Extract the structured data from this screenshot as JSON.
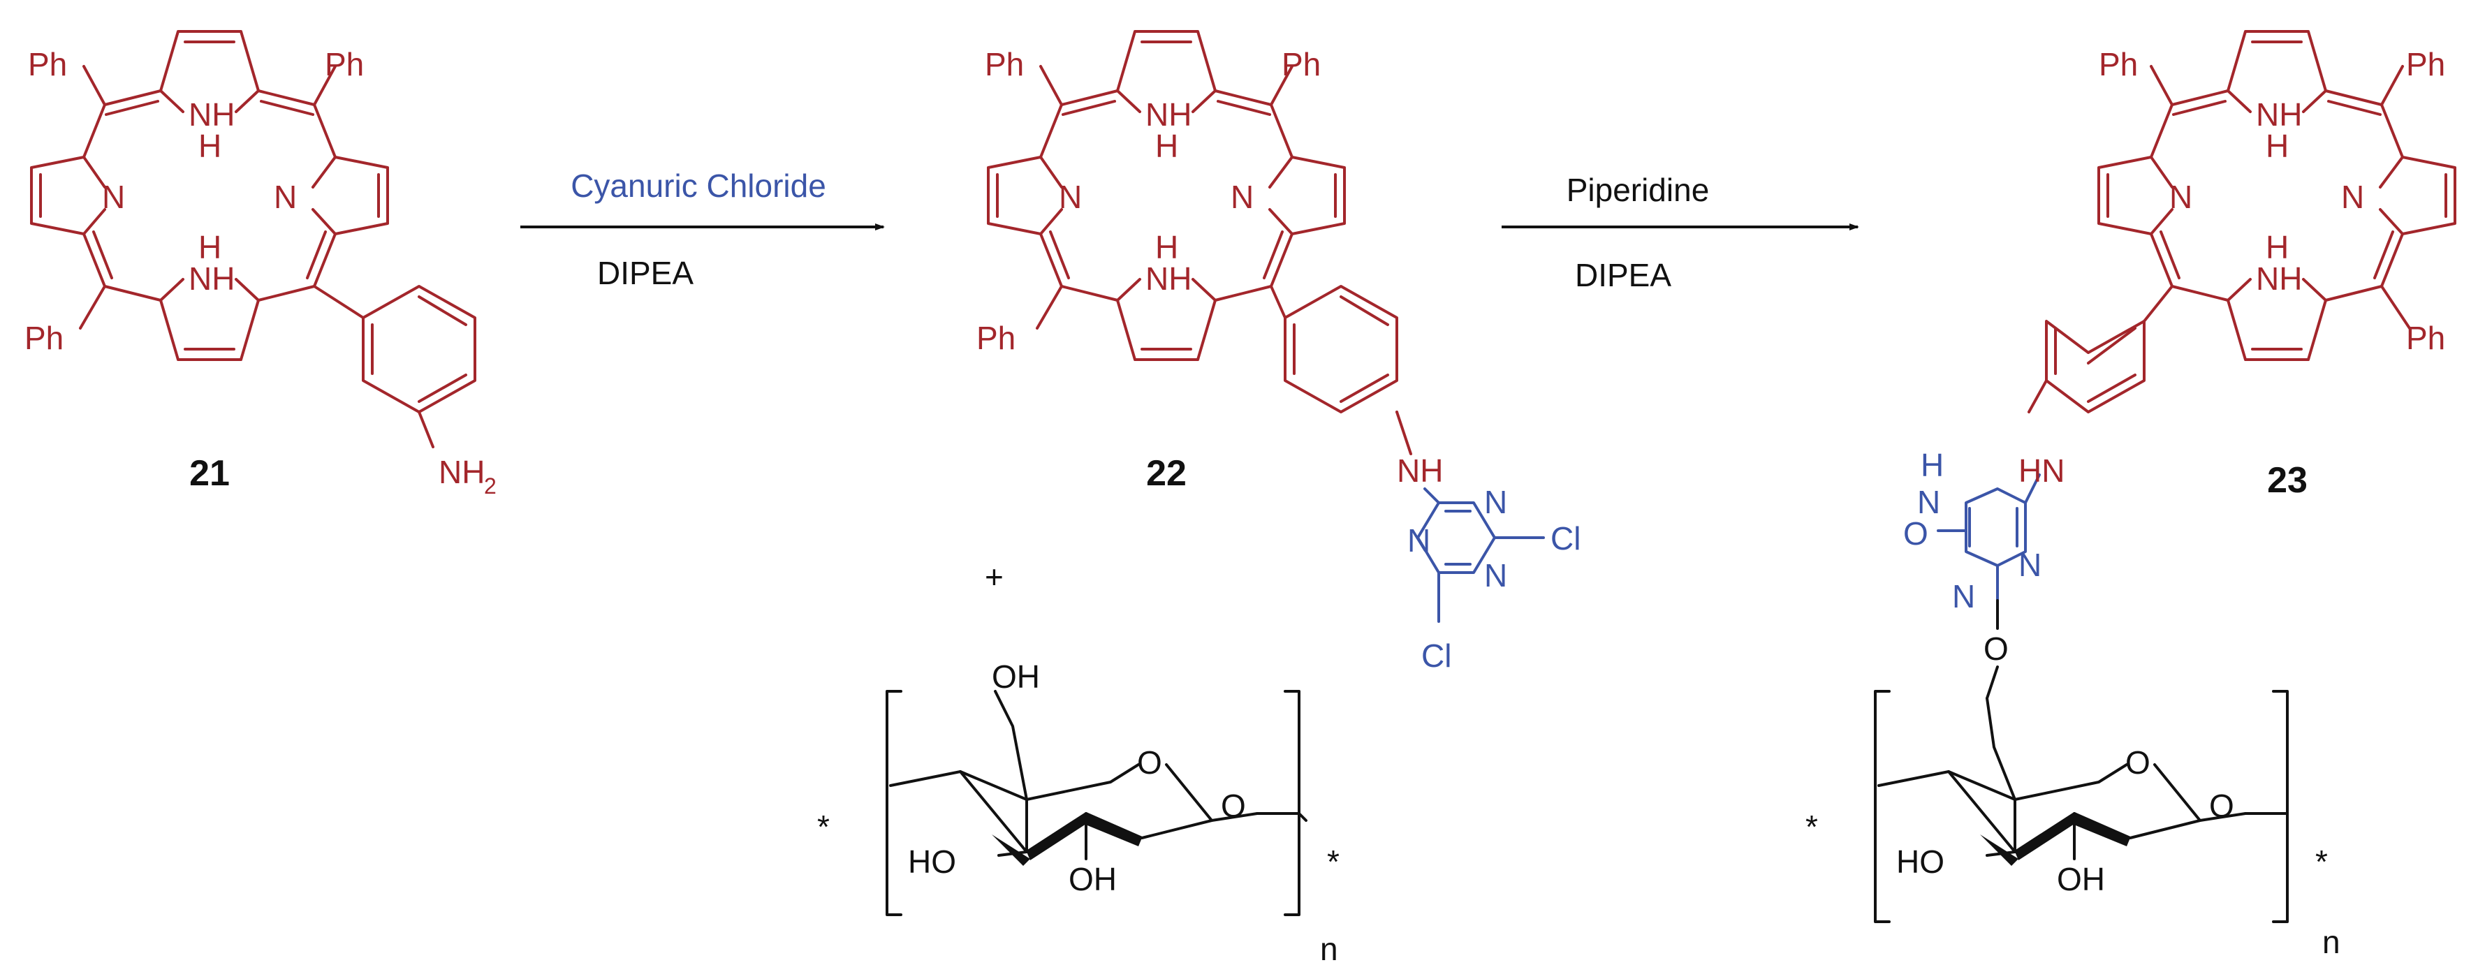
{
  "compounds": {
    "c21": "21",
    "c22": "22",
    "c23": "23"
  },
  "reagents": {
    "step1_top": "Cyanuric Chloride",
    "step1_bottom": "DIPEA",
    "step2_top": "Piperidine",
    "step2_bottom": "DIPEA"
  },
  "atoms": {
    "ph": "Ph",
    "nh": "NH",
    "n": "N",
    "h": "H",
    "nh2": "NH",
    "sub2": "2",
    "cl": "Cl",
    "oh": "OH",
    "ho": "HO",
    "o": "O",
    "hn": "HN",
    "star": "*",
    "n_repeat": "n",
    "plus": "+"
  },
  "colors": {
    "porphyrin": "#a3262b",
    "triazine": "#3b55a8",
    "cellulose": "#111111"
  }
}
